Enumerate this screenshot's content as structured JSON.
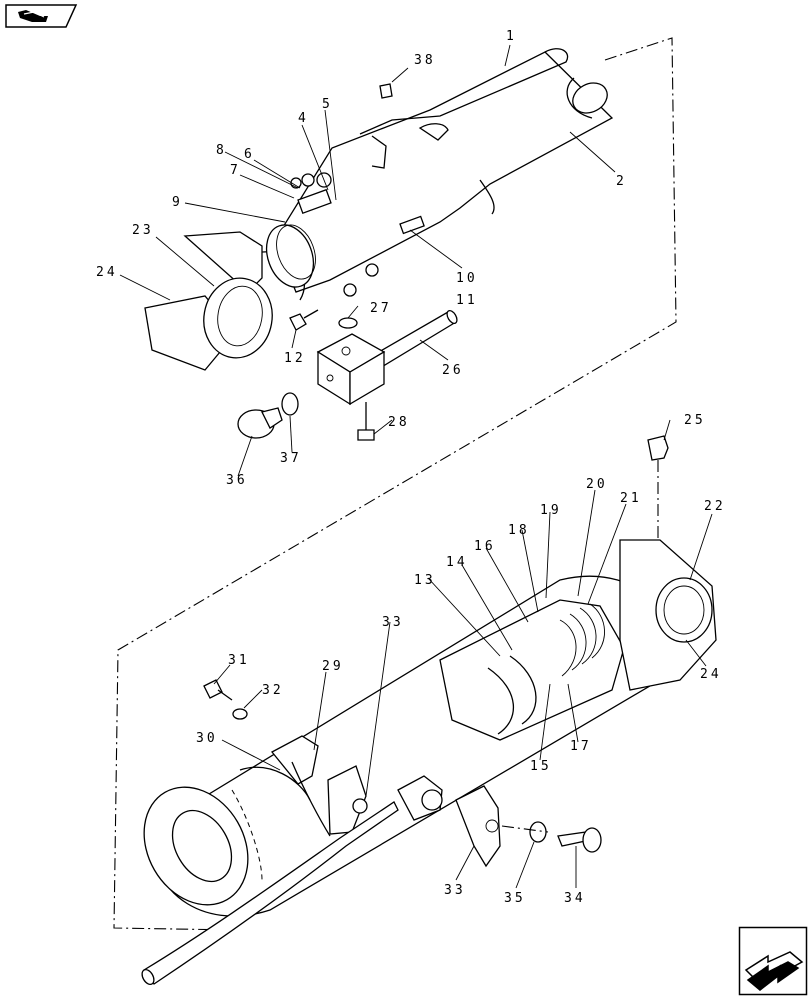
{
  "nav": {
    "prev_icon": "arrow-back-icon",
    "next_icon": "arrow-forward-icon"
  },
  "callouts": [
    {
      "id": "1",
      "text": "1"
    },
    {
      "id": "2",
      "text": "2"
    },
    {
      "id": "4",
      "text": "4"
    },
    {
      "id": "5",
      "text": "5"
    },
    {
      "id": "6",
      "text": "6"
    },
    {
      "id": "7",
      "text": "7"
    },
    {
      "id": "8",
      "text": "8"
    },
    {
      "id": "9",
      "text": "9"
    },
    {
      "id": "10",
      "text": "10"
    },
    {
      "id": "11",
      "text": "11"
    },
    {
      "id": "12",
      "text": "12"
    },
    {
      "id": "13",
      "text": "13"
    },
    {
      "id": "14",
      "text": "14"
    },
    {
      "id": "15",
      "text": "15"
    },
    {
      "id": "16",
      "text": "16"
    },
    {
      "id": "17",
      "text": "17"
    },
    {
      "id": "18",
      "text": "18"
    },
    {
      "id": "19",
      "text": "19"
    },
    {
      "id": "20",
      "text": "20"
    },
    {
      "id": "21",
      "text": "21"
    },
    {
      "id": "22",
      "text": "22"
    },
    {
      "id": "23",
      "text": "23"
    },
    {
      "id": "24a",
      "text": "24"
    },
    {
      "id": "24b",
      "text": "24"
    },
    {
      "id": "25",
      "text": "25"
    },
    {
      "id": "26",
      "text": "26"
    },
    {
      "id": "27",
      "text": "27"
    },
    {
      "id": "28",
      "text": "28"
    },
    {
      "id": "29",
      "text": "29"
    },
    {
      "id": "30",
      "text": "30"
    },
    {
      "id": "31",
      "text": "31"
    },
    {
      "id": "32",
      "text": "32"
    },
    {
      "id": "33a",
      "text": "33"
    },
    {
      "id": "33b",
      "text": "33"
    },
    {
      "id": "34",
      "text": "34"
    },
    {
      "id": "35",
      "text": "35"
    },
    {
      "id": "36",
      "text": "36"
    },
    {
      "id": "37",
      "text": "37"
    },
    {
      "id": "38",
      "text": "38"
    }
  ]
}
